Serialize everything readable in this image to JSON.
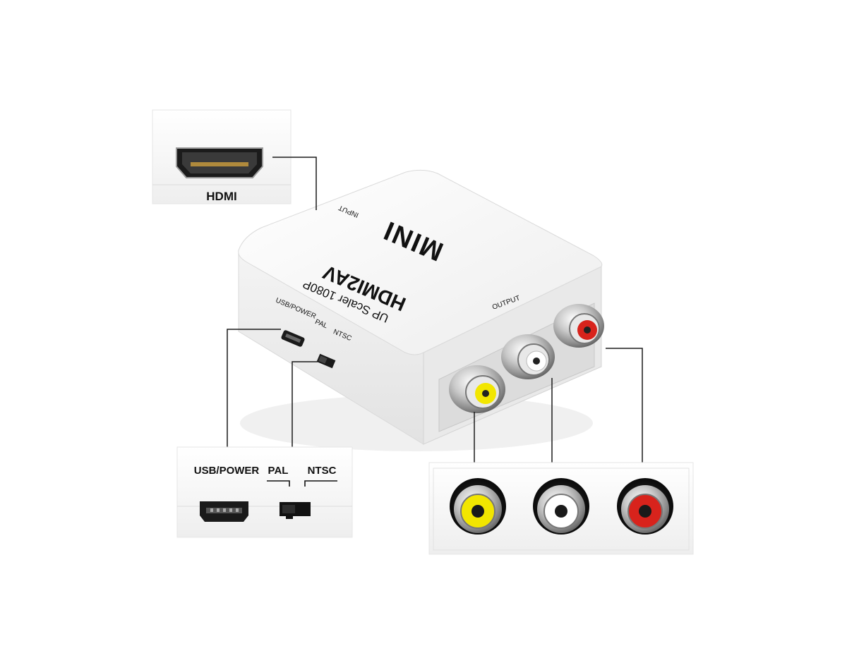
{
  "device": {
    "brand_mark": "MINI",
    "model": "HDMI2AV",
    "subtitle": "UP Scaler 1080P",
    "input_label": "INPUT",
    "output_label": "OUTPUT",
    "usb_label": "USB/POWER",
    "pal_label": "PAL",
    "ntsc_label": "NTSC",
    "body_color": "#f3f3f3",
    "shadow_color": "#d6d6d6"
  },
  "hdmi_callout": {
    "label": "HDMI",
    "icon": "hdmi-port-icon"
  },
  "power_callout": {
    "usb_label": "USB/POWER",
    "pal_label": "PAL",
    "ntsc_label": "NTSC",
    "usb_icon": "mini-usb-port-icon",
    "switch_icon": "slide-switch-icon"
  },
  "rca_callout": {
    "jacks": [
      {
        "name": "yellow-rca-jack-icon",
        "color": "#f2e600"
      },
      {
        "name": "white-rca-jack-icon",
        "color": "#ffffff"
      },
      {
        "name": "red-rca-jack-icon",
        "color": "#d8231c"
      }
    ]
  }
}
